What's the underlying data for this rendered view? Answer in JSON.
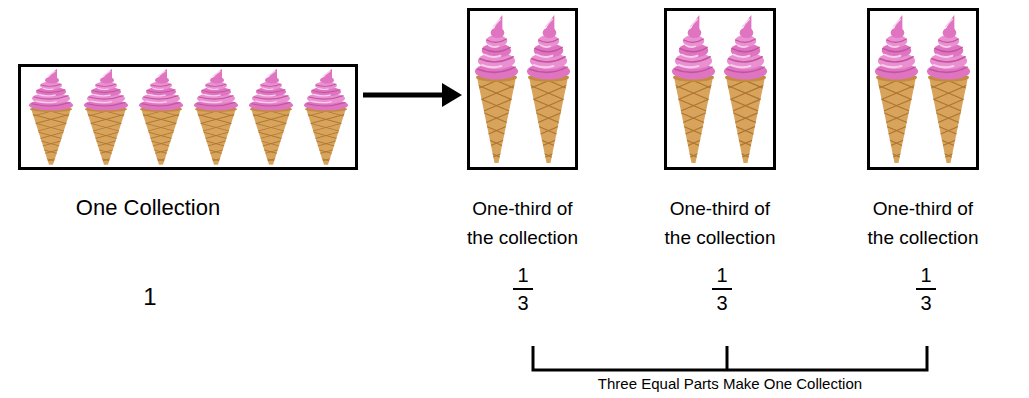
{
  "diagram": {
    "nodes": [
      {
        "text": [
          "One Collection"
        ]
      },
      {
        "text": [
          "One-third of the collection"
        ]
      },
      {
        "text": [
          "One-third of the collection"
        ]
      },
      {
        "text": [
          "One-third of the collection"
        ]
      }
    ],
    "edges": [
      {
        "from": 0,
        "to": 1,
        "arrow": "to"
      }
    ],
    "labels": [
      "1",
      "1",
      "3",
      "1",
      "3",
      "1",
      "3",
      "Three Equal Parts Make One Collection"
    ]
  }
}
